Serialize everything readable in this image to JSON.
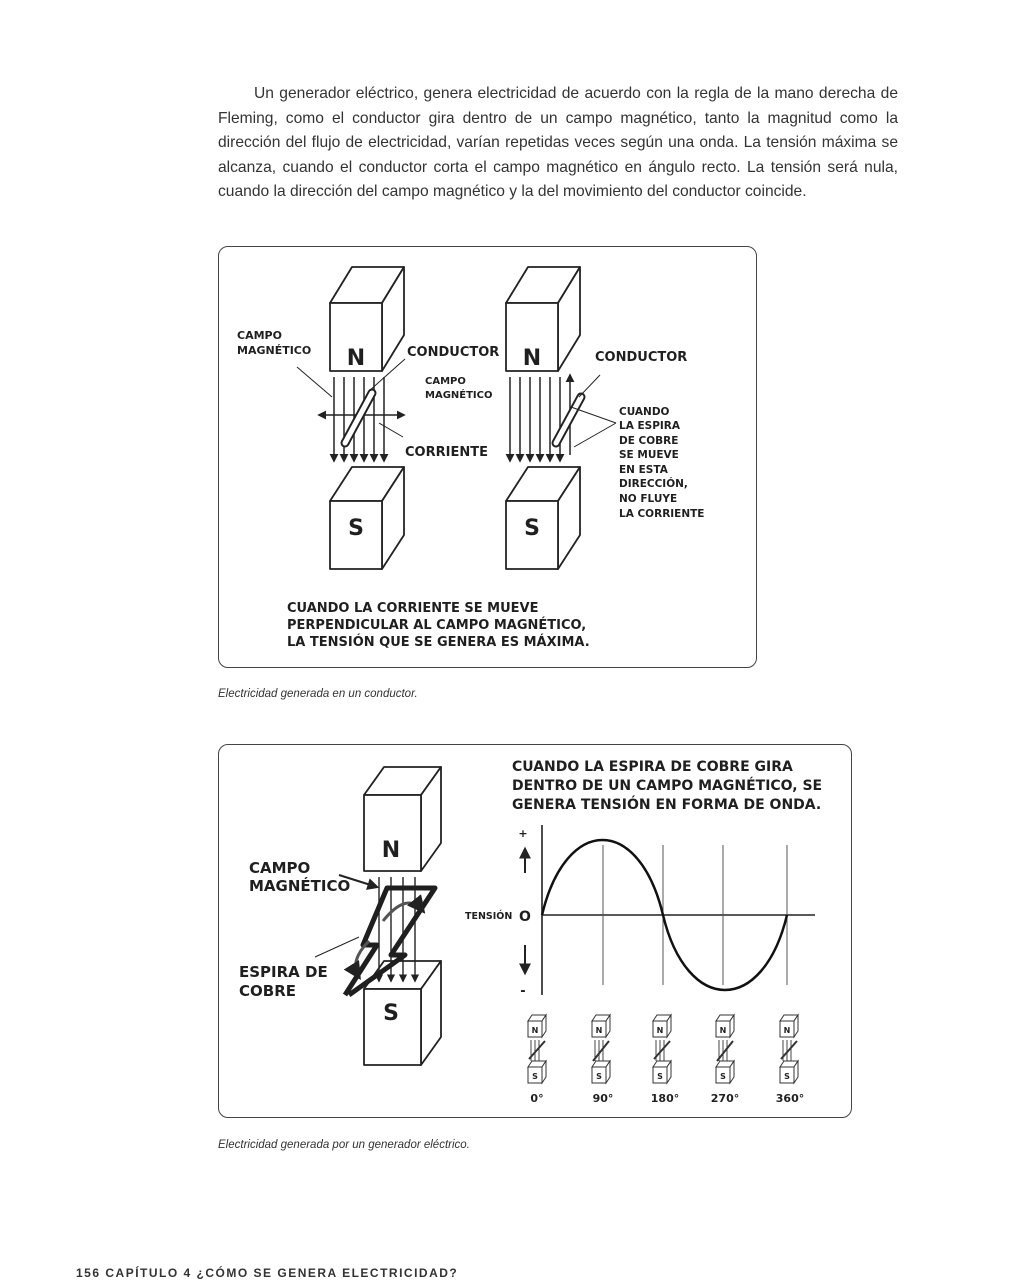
{
  "body_paragraph": "Un generador eléctrico, genera electricidad de acuerdo con la regla de la mano derecha de Fleming, como el conductor gira dentro de un campo magnético, tanto la magnitud como la dirección del flujo de electricidad, varían repetidas veces según una onda. La tensión máxima se alcanza, cuando el conductor corta el campo magnético en ángulo recto. La tensión será nula, cuando la dirección del campo magnético y la del movimiento del conductor coincide.",
  "figure1": {
    "left_magnet_north": "N",
    "left_magnet_south": "S",
    "right_magnet_north": "N",
    "right_magnet_south": "S",
    "label_campo_line1": "CAMPO",
    "label_campo_line2": "MAGNÉTICO",
    "label_conductor_left": "CONDUCTOR",
    "label_campo_mid_line1": "CAMPO",
    "label_campo_mid_line2": "MAGNÉTICO",
    "label_corriente": "CORRIENTE",
    "label_conductor_right": "CONDUCTOR",
    "note_lines": [
      "CUANDO",
      "LA ESPIRA",
      "DE COBRE",
      "SE MUEVE",
      "EN ESTA",
      "DIRECCIÓN,",
      "NO FLUYE",
      "LA CORRIENTE"
    ],
    "bottom_lines": [
      "CUANDO LA CORRIENTE SE MUEVE",
      "PERPENDICULAR AL CAMPO MAGNÉTICO,",
      "LA TENSIÓN QUE SE GENERA ES MÁXIMA."
    ]
  },
  "caption1": "Electricidad generada en un conductor.",
  "figure2": {
    "title_lines": [
      "CUANDO LA ESPIRA DE COBRE GIRA",
      "DENTRO DE UN CAMPO MAGNÉTICO, SE",
      "GENERA TENSIÓN EN FORMA DE ONDA."
    ],
    "magnet_north": "N",
    "magnet_south": "S",
    "label_campo_line1": "CAMPO",
    "label_campo_line2": "MAGNÉTICO",
    "label_espira_line1": "ESPIRA DE",
    "label_espira_line2": "COBRE",
    "axis_label": "TENSIÓN",
    "zero_label": "O",
    "plus_label": "+",
    "minus_label": "-",
    "angles": [
      "0°",
      "90°",
      "180°",
      "270°",
      "360°"
    ],
    "mini_north": "N",
    "mini_south": "S"
  },
  "caption2": "Electricidad generada por un generador eléctrico.",
  "footer": "156   CAPÍTULO 4   ¿CÓMO SE GENERA ELECTRICIDAD?"
}
